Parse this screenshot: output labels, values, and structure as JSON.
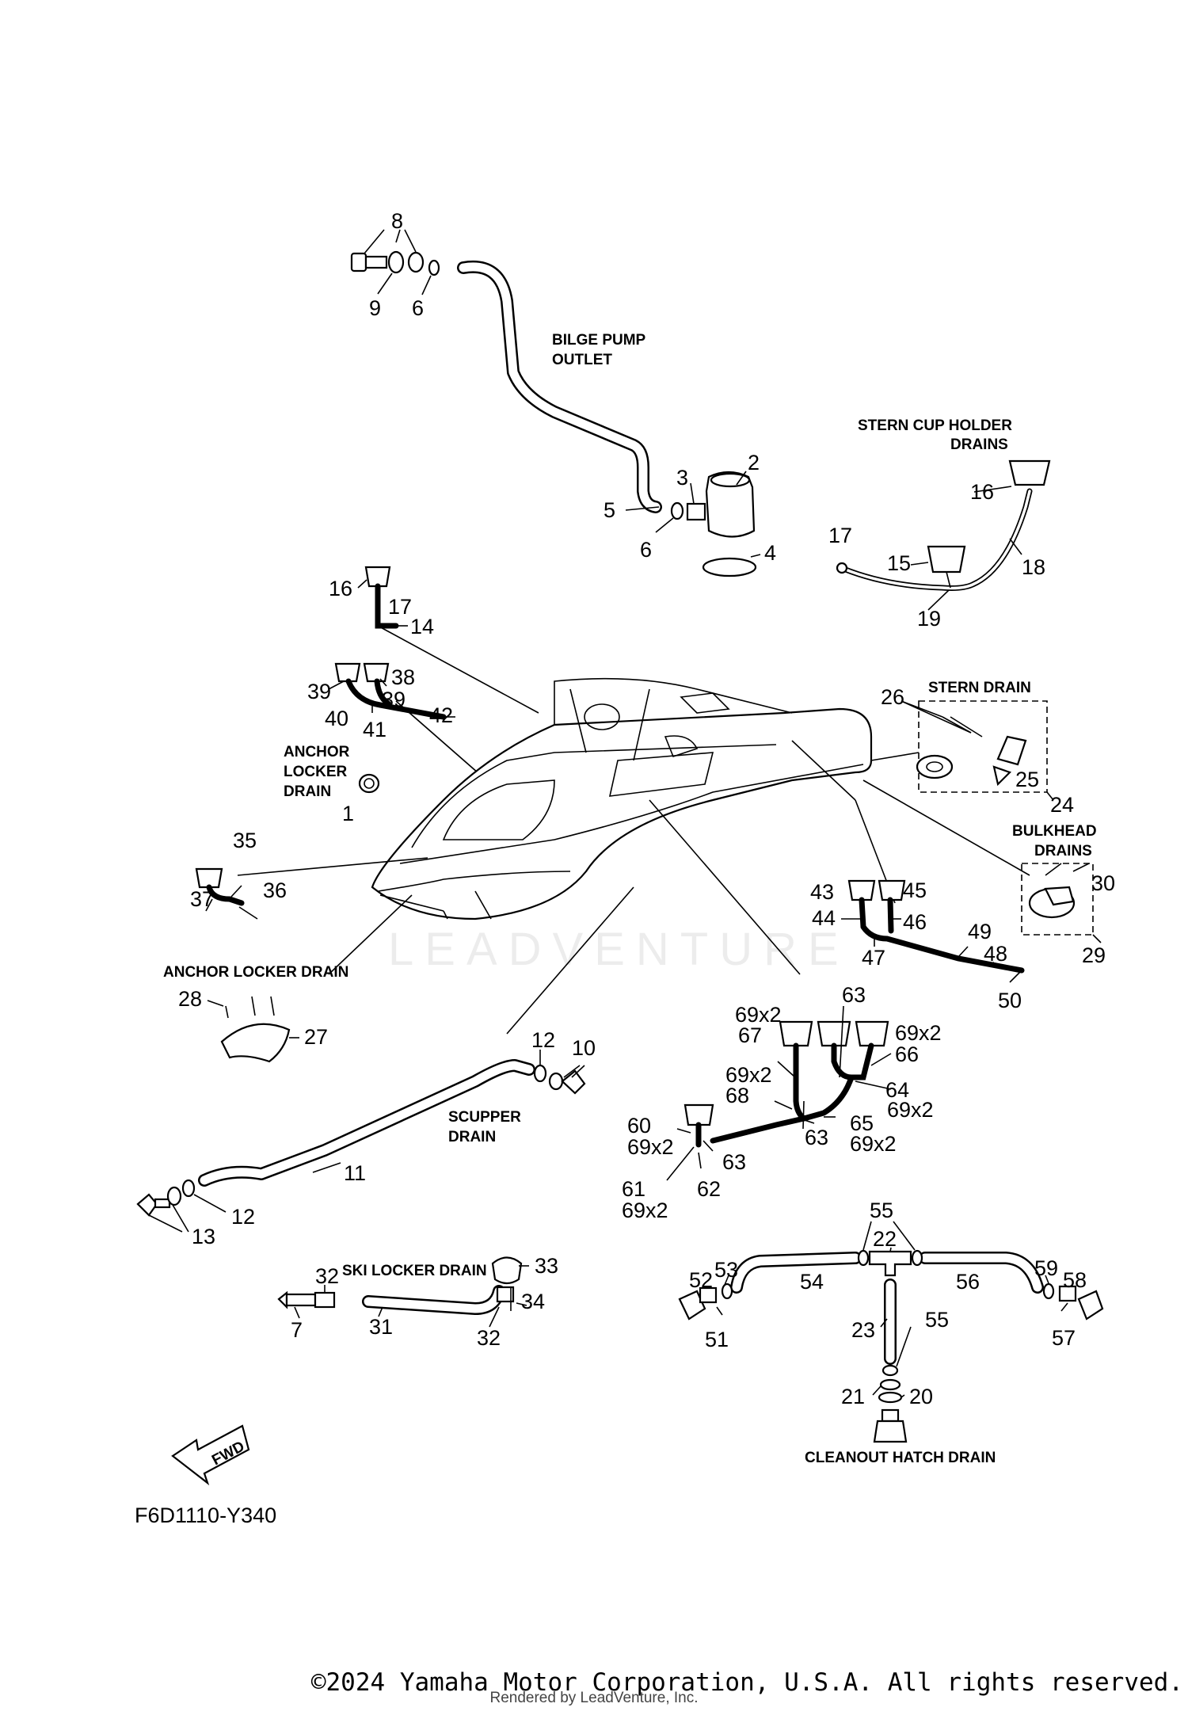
{
  "figure_code": "F6D1110-Y340",
  "copyright": "©2024 Yamaha Motor Corporation, U.S.A. All rights reserved.",
  "rendered_by": "Rendered by LeadVenture, Inc.",
  "watermark": "LEADVENTURE",
  "fwd_label": "FWD",
  "captions": {
    "bilge_pump_outlet_1": "BILGE PUMP",
    "bilge_pump_outlet_2": "OUTLET",
    "stern_cup_holder_1": "STERN CUP HOLDER",
    "stern_cup_holder_2": "DRAINS",
    "stern_drain": "STERN DRAIN",
    "anchor_locker_1": "ANCHOR",
    "anchor_locker_2": "LOCKER",
    "anchor_locker_3": "DRAIN",
    "bulkhead_1": "BULKHEAD",
    "bulkhead_2": "DRAINS",
    "anchor_locker_drain": "ANCHOR LOCKER DRAIN",
    "scupper_1": "SCUPPER",
    "scupper_2": "DRAIN",
    "ski_locker_drain": "SKI LOCKER DRAIN",
    "cleanout_hatch_drain": "CLEANOUT HATCH DRAIN"
  },
  "callouts": {
    "c8": "8",
    "c9": "9",
    "c6a": "6",
    "c2": "2",
    "c3": "3",
    "c5": "5",
    "c6b": "6",
    "c4": "4",
    "c16a": "16",
    "c17a": "17",
    "c14": "14",
    "c16b": "16",
    "c17b": "17",
    "c15": "15",
    "c18": "18",
    "c19": "19",
    "c39a": "39",
    "c38": "38",
    "c39b": "39",
    "c40": "40",
    "c41": "41",
    "c42": "42",
    "c26": "26",
    "c25": "25",
    "c24": "24",
    "c1": "1",
    "c35": "35",
    "c37": "37",
    "c36": "36",
    "c43": "43",
    "c45": "45",
    "c44": "44",
    "c46": "46",
    "c47": "47",
    "c49": "49",
    "c48": "48",
    "c50": "50",
    "c30": "30",
    "c29": "29",
    "c28": "28",
    "c27": "27",
    "c63a": "63",
    "c69x2a": "69x2",
    "c67": "67",
    "c69x2b": "69x2",
    "c66": "66",
    "c69x2c": "69x2",
    "c68": "68",
    "c64": "64",
    "c69x2d": "69x2",
    "c65": "65",
    "c63b": "63",
    "c69x2e": "69x2",
    "c60": "60",
    "c69x2f": "69x2",
    "c63c": "63",
    "c61": "61",
    "c62": "62",
    "c69x2g": "69x2",
    "c12a": "12",
    "c10": "10",
    "c11": "11",
    "c13": "13",
    "c12b": "12",
    "c33": "33",
    "c32a": "32",
    "c34": "34",
    "c7": "7",
    "c31": "31",
    "c32b": "32",
    "c55a": "55",
    "c22": "22",
    "c52": "52",
    "c53": "53",
    "c54": "54",
    "c56": "56",
    "c59": "59",
    "c58": "58",
    "c51": "51",
    "c57": "57",
    "c23": "23",
    "c55b": "55",
    "c21": "21",
    "c20": "20"
  }
}
